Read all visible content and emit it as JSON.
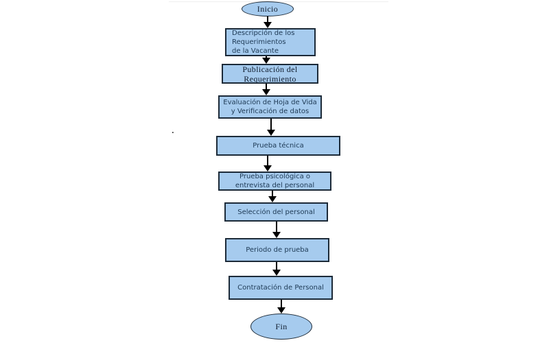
{
  "diagram": {
    "type": "flowchart",
    "background_color": "#ffffff",
    "node_fill_color": "#a6cbee",
    "node_border_color": "#1c2a38",
    "arrow_color": "#000000",
    "sans_text_color": "#1e3a55",
    "serif_text_color": "#101c2e",
    "nodes": [
      {
        "id": "inicio",
        "shape": "ellipse",
        "label": "Inicio"
      },
      {
        "id": "descripcion-requerimientos",
        "shape": "process",
        "label": "Descripción de los Requerimientos de la Vacante",
        "lines": [
          "Descripción de los",
          "Requerimientos",
          "de la Vacante"
        ]
      },
      {
        "id": "publicacion-requerimiento",
        "shape": "process",
        "label": "Publicación del Requerimiento",
        "lines": [
          "Publicación del",
          "Requerimiento"
        ]
      },
      {
        "id": "evaluacion-hoja-de-vida",
        "shape": "process",
        "label": "Evaluación de Hoja de Vida y Verificación de datos",
        "lines": [
          "Evaluación de Hoja de Vida",
          "y Verificación de datos"
        ]
      },
      {
        "id": "prueba-tecnica",
        "shape": "process",
        "label": "Prueba técnica"
      },
      {
        "id": "prueba-psicologica",
        "shape": "process",
        "label": "Prueba psicológica o entrevista del personal",
        "lines": [
          "Prueba psicológica o",
          "entrevista del personal"
        ]
      },
      {
        "id": "seleccion-del-personal",
        "shape": "process",
        "label": "Selección del personal"
      },
      {
        "id": "periodo-de-prueba",
        "shape": "process",
        "label": "Periodo de prueba"
      },
      {
        "id": "contratacion-de-personal",
        "shape": "process",
        "label": "Contratación de Personal"
      },
      {
        "id": "fin",
        "shape": "ellipse",
        "label": "Fin"
      }
    ],
    "edges": [
      {
        "from": "inicio",
        "to": "descripcion-requerimientos"
      },
      {
        "from": "descripcion-requerimientos",
        "to": "publicacion-requerimiento"
      },
      {
        "from": "publicacion-requerimiento",
        "to": "evaluacion-hoja-de-vida"
      },
      {
        "from": "evaluacion-hoja-de-vida",
        "to": "prueba-tecnica"
      },
      {
        "from": "prueba-tecnica",
        "to": "prueba-psicologica"
      },
      {
        "from": "prueba-psicologica",
        "to": "seleccion-del-personal"
      },
      {
        "from": "seleccion-del-personal",
        "to": "periodo-de-prueba"
      },
      {
        "from": "periodo-de-prueba",
        "to": "contratacion-de-personal"
      },
      {
        "from": "contratacion-de-personal",
        "to": "fin"
      }
    ],
    "stray_mark": "."
  }
}
